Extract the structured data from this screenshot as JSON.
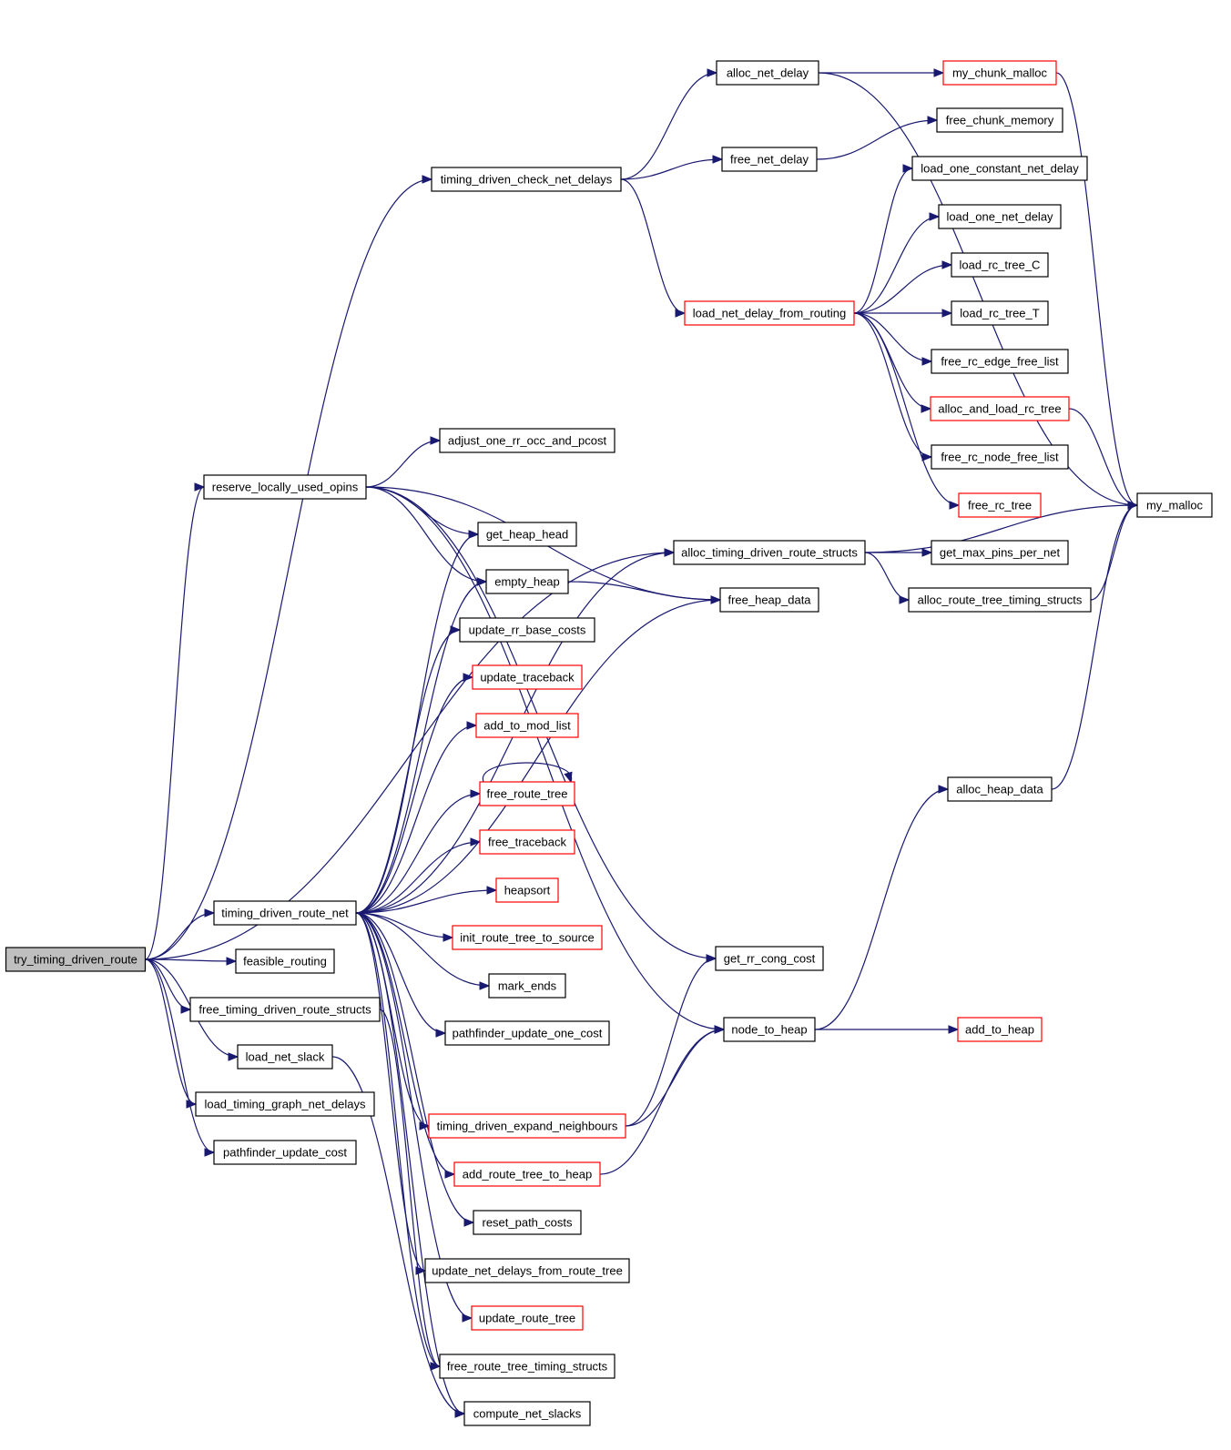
{
  "colors": {
    "edge": "#191970",
    "border_default": "#000000",
    "border_red": "#ff0000",
    "root_fill": "#bfbfbf"
  },
  "nodes": [
    {
      "id": "try_timing_driven_route",
      "label": "try_timing_driven_route",
      "style": "root"
    },
    {
      "id": "alloc_net_delay",
      "label": "alloc_net_delay",
      "style": "black"
    },
    {
      "id": "my_chunk_malloc",
      "label": "my_chunk_malloc",
      "style": "red"
    },
    {
      "id": "free_chunk_memory",
      "label": "free_chunk_memory",
      "style": "black"
    },
    {
      "id": "timing_driven_check_net_delays",
      "label": "timing_driven_check_net_delays",
      "style": "black"
    },
    {
      "id": "free_net_delay",
      "label": "free_net_delay",
      "style": "black"
    },
    {
      "id": "load_one_constant_net_delay",
      "label": "load_one_constant_net_delay",
      "style": "black"
    },
    {
      "id": "load_one_net_delay",
      "label": "load_one_net_delay",
      "style": "black"
    },
    {
      "id": "load_rc_tree_C",
      "label": "load_rc_tree_C",
      "style": "black"
    },
    {
      "id": "load_net_delay_from_routing",
      "label": "load_net_delay_from_routing",
      "style": "red"
    },
    {
      "id": "load_rc_tree_T",
      "label": "load_rc_tree_T",
      "style": "black"
    },
    {
      "id": "free_rc_edge_free_list",
      "label": "free_rc_edge_free_list",
      "style": "black"
    },
    {
      "id": "alloc_and_load_rc_tree",
      "label": "alloc_and_load_rc_tree",
      "style": "red"
    },
    {
      "id": "adjust_one_rr_occ_and_pcost",
      "label": "adjust_one_rr_occ_and_pcost",
      "style": "black"
    },
    {
      "id": "free_rc_node_free_list",
      "label": "free_rc_node_free_list",
      "style": "black"
    },
    {
      "id": "reserve_locally_used_opins",
      "label": "reserve_locally_used_opins",
      "style": "black"
    },
    {
      "id": "free_rc_tree",
      "label": "free_rc_tree",
      "style": "red"
    },
    {
      "id": "my_malloc",
      "label": "my_malloc",
      "style": "black"
    },
    {
      "id": "get_heap_head",
      "label": "get_heap_head",
      "style": "black"
    },
    {
      "id": "alloc_timing_driven_route_structs",
      "label": "alloc_timing_driven_route_structs",
      "style": "black"
    },
    {
      "id": "get_max_pins_per_net",
      "label": "get_max_pins_per_net",
      "style": "black"
    },
    {
      "id": "empty_heap",
      "label": "empty_heap",
      "style": "black"
    },
    {
      "id": "free_heap_data",
      "label": "free_heap_data",
      "style": "black"
    },
    {
      "id": "alloc_route_tree_timing_structs",
      "label": "alloc_route_tree_timing_structs",
      "style": "black"
    },
    {
      "id": "update_rr_base_costs",
      "label": "update_rr_base_costs",
      "style": "black"
    },
    {
      "id": "update_traceback",
      "label": "update_traceback",
      "style": "red"
    },
    {
      "id": "add_to_mod_list",
      "label": "add_to_mod_list",
      "style": "red"
    },
    {
      "id": "free_route_tree",
      "label": "free_route_tree",
      "style": "red"
    },
    {
      "id": "alloc_heap_data",
      "label": "alloc_heap_data",
      "style": "black"
    },
    {
      "id": "free_traceback",
      "label": "free_traceback",
      "style": "red"
    },
    {
      "id": "heapsort",
      "label": "heapsort",
      "style": "red"
    },
    {
      "id": "timing_driven_route_net",
      "label": "timing_driven_route_net",
      "style": "black"
    },
    {
      "id": "init_route_tree_to_source",
      "label": "init_route_tree_to_source",
      "style": "red"
    },
    {
      "id": "get_rr_cong_cost",
      "label": "get_rr_cong_cost",
      "style": "black"
    },
    {
      "id": "feasible_routing",
      "label": "feasible_routing",
      "style": "black"
    },
    {
      "id": "mark_ends",
      "label": "mark_ends",
      "style": "black"
    },
    {
      "id": "free_timing_driven_route_structs",
      "label": "free_timing_driven_route_structs",
      "style": "black"
    },
    {
      "id": "node_to_heap",
      "label": "node_to_heap",
      "style": "black"
    },
    {
      "id": "add_to_heap",
      "label": "add_to_heap",
      "style": "red"
    },
    {
      "id": "pathfinder_update_one_cost",
      "label": "pathfinder_update_one_cost",
      "style": "black"
    },
    {
      "id": "load_net_slack",
      "label": "load_net_slack",
      "style": "black"
    },
    {
      "id": "load_timing_graph_net_delays",
      "label": "load_timing_graph_net_delays",
      "style": "black"
    },
    {
      "id": "timing_driven_expand_neighbours",
      "label": "timing_driven_expand_neighbours",
      "style": "red"
    },
    {
      "id": "pathfinder_update_cost",
      "label": "pathfinder_update_cost",
      "style": "black"
    },
    {
      "id": "add_route_tree_to_heap",
      "label": "add_route_tree_to_heap",
      "style": "red"
    },
    {
      "id": "reset_path_costs",
      "label": "reset_path_costs",
      "style": "black"
    },
    {
      "id": "update_net_delays_from_route_tree",
      "label": "update_net_delays_from_route_tree",
      "style": "black"
    },
    {
      "id": "update_route_tree",
      "label": "update_route_tree",
      "style": "red"
    },
    {
      "id": "free_route_tree_timing_structs",
      "label": "free_route_tree_timing_structs",
      "style": "black"
    },
    {
      "id": "compute_net_slacks",
      "label": "compute_net_slacks",
      "style": "black"
    }
  ],
  "edges": [
    [
      "try_timing_driven_route",
      "timing_driven_check_net_delays"
    ],
    [
      "try_timing_driven_route",
      "alloc_timing_driven_route_structs"
    ],
    [
      "try_timing_driven_route",
      "reserve_locally_used_opins"
    ],
    [
      "try_timing_driven_route",
      "timing_driven_route_net"
    ],
    [
      "try_timing_driven_route",
      "feasible_routing"
    ],
    [
      "try_timing_driven_route",
      "free_timing_driven_route_structs"
    ],
    [
      "try_timing_driven_route",
      "load_net_slack"
    ],
    [
      "try_timing_driven_route",
      "load_timing_graph_net_delays"
    ],
    [
      "try_timing_driven_route",
      "pathfinder_update_cost"
    ],
    [
      "timing_driven_check_net_delays",
      "alloc_net_delay"
    ],
    [
      "timing_driven_check_net_delays",
      "free_net_delay"
    ],
    [
      "timing_driven_check_net_delays",
      "load_net_delay_from_routing"
    ],
    [
      "alloc_net_delay",
      "my_chunk_malloc"
    ],
    [
      "alloc_net_delay",
      "my_malloc"
    ],
    [
      "my_chunk_malloc",
      "my_malloc"
    ],
    [
      "free_net_delay",
      "free_chunk_memory"
    ],
    [
      "load_net_delay_from_routing",
      "load_one_constant_net_delay"
    ],
    [
      "load_net_delay_from_routing",
      "load_one_net_delay"
    ],
    [
      "load_net_delay_from_routing",
      "load_rc_tree_C"
    ],
    [
      "load_net_delay_from_routing",
      "load_rc_tree_T"
    ],
    [
      "load_net_delay_from_routing",
      "free_rc_edge_free_list"
    ],
    [
      "load_net_delay_from_routing",
      "alloc_and_load_rc_tree"
    ],
    [
      "load_net_delay_from_routing",
      "free_rc_node_free_list"
    ],
    [
      "load_net_delay_from_routing",
      "free_rc_tree"
    ],
    [
      "alloc_and_load_rc_tree",
      "my_malloc"
    ],
    [
      "reserve_locally_used_opins",
      "adjust_one_rr_occ_and_pcost"
    ],
    [
      "reserve_locally_used_opins",
      "get_heap_head"
    ],
    [
      "reserve_locally_used_opins",
      "empty_heap"
    ],
    [
      "reserve_locally_used_opins",
      "free_heap_data"
    ],
    [
      "reserve_locally_used_opins",
      "get_rr_cong_cost"
    ],
    [
      "reserve_locally_used_opins",
      "node_to_heap"
    ],
    [
      "alloc_timing_driven_route_structs",
      "get_max_pins_per_net"
    ],
    [
      "alloc_timing_driven_route_structs",
      "alloc_route_tree_timing_structs"
    ],
    [
      "alloc_timing_driven_route_structs",
      "my_malloc"
    ],
    [
      "alloc_route_tree_timing_structs",
      "my_malloc"
    ],
    [
      "empty_heap",
      "free_heap_data"
    ],
    [
      "alloc_heap_data",
      "my_malloc"
    ],
    [
      "free_route_tree",
      "free_route_tree"
    ],
    [
      "timing_driven_route_net",
      "get_heap_head"
    ],
    [
      "timing_driven_route_net",
      "empty_heap"
    ],
    [
      "timing_driven_route_net",
      "update_rr_base_costs"
    ],
    [
      "timing_driven_route_net",
      "update_traceback"
    ],
    [
      "timing_driven_route_net",
      "add_to_mod_list"
    ],
    [
      "timing_driven_route_net",
      "free_route_tree"
    ],
    [
      "timing_driven_route_net",
      "free_traceback"
    ],
    [
      "timing_driven_route_net",
      "heapsort"
    ],
    [
      "timing_driven_route_net",
      "init_route_tree_to_source"
    ],
    [
      "timing_driven_route_net",
      "mark_ends"
    ],
    [
      "timing_driven_route_net",
      "pathfinder_update_one_cost"
    ],
    [
      "timing_driven_route_net",
      "free_heap_data"
    ],
    [
      "timing_driven_route_net",
      "timing_driven_expand_neighbours"
    ],
    [
      "timing_driven_route_net",
      "add_route_tree_to_heap"
    ],
    [
      "timing_driven_route_net",
      "reset_path_costs"
    ],
    [
      "timing_driven_route_net",
      "update_net_delays_from_route_tree"
    ],
    [
      "timing_driven_route_net",
      "update_route_tree"
    ],
    [
      "timing_driven_route_net",
      "free_route_tree_timing_structs"
    ],
    [
      "timing_driven_route_net",
      "compute_net_slacks"
    ],
    [
      "timing_driven_route_net",
      "alloc_timing_driven_route_structs"
    ],
    [
      "node_to_heap",
      "alloc_heap_data"
    ],
    [
      "node_to_heap",
      "add_to_heap"
    ],
    [
      "timing_driven_expand_neighbours",
      "get_rr_cong_cost"
    ],
    [
      "timing_driven_expand_neighbours",
      "node_to_heap"
    ],
    [
      "add_route_tree_to_heap",
      "node_to_heap"
    ],
    [
      "free_timing_driven_route_structs",
      "free_route_tree_timing_structs"
    ],
    [
      "load_net_slack",
      "compute_net_slacks"
    ]
  ]
}
